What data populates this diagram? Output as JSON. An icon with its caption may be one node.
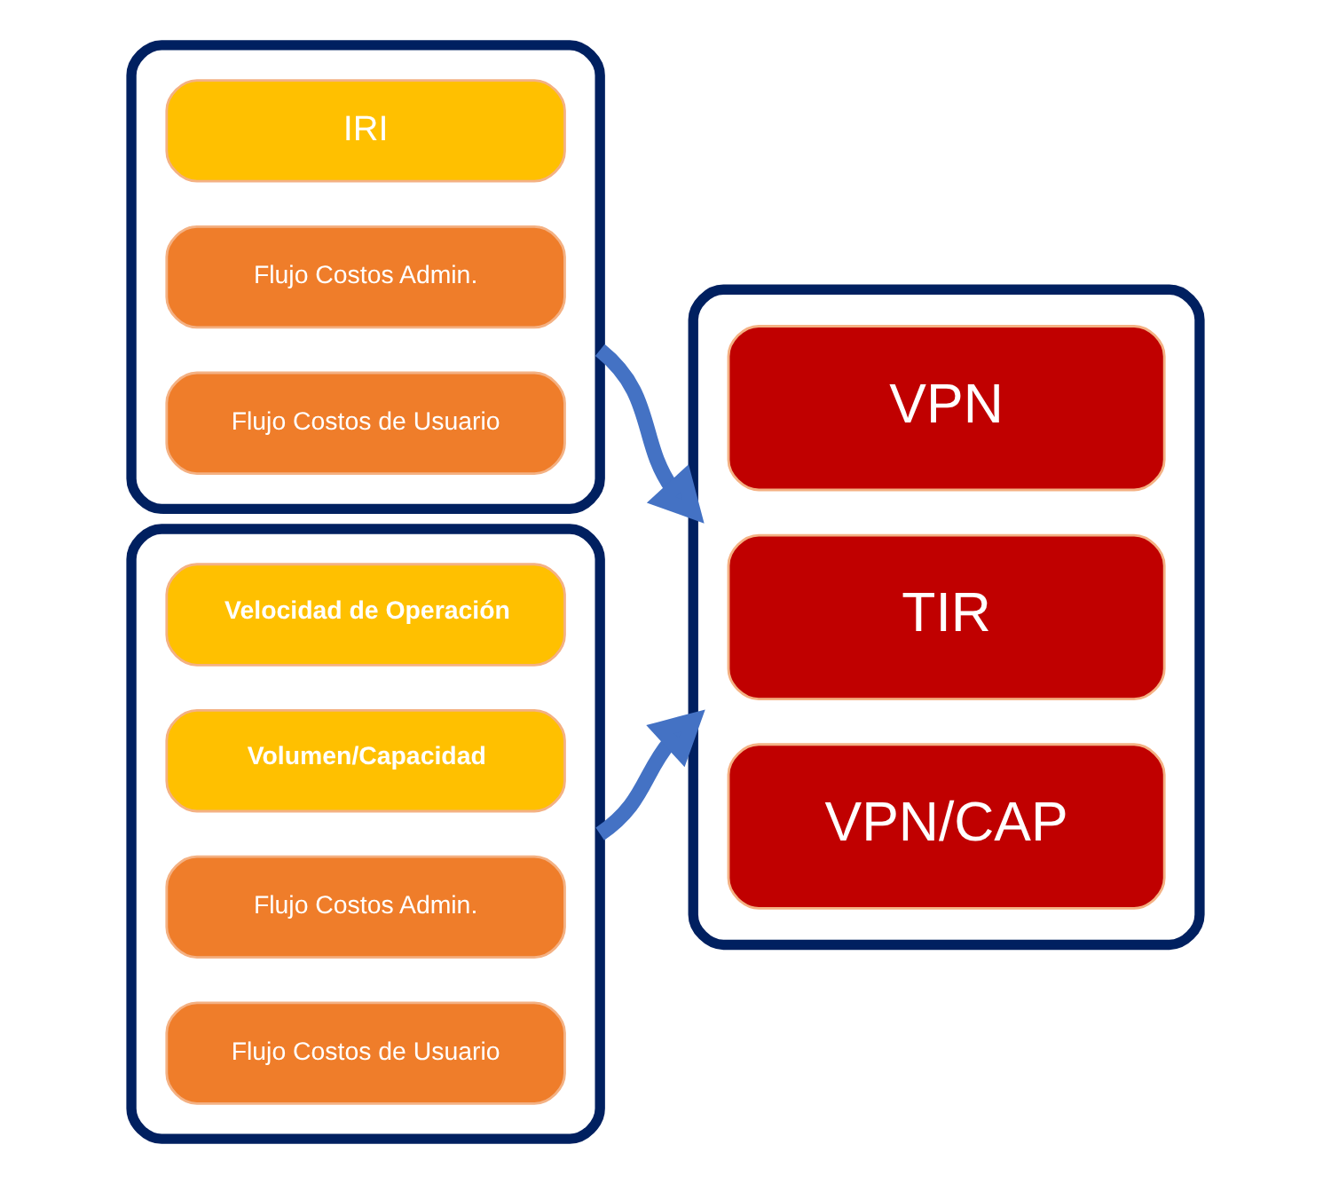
{
  "diagram": {
    "nodes": [
      {
        "text": [],
        "shape": "bracket"
      },
      {
        "text": [
          "IRI"
        ],
        "in": 0
      },
      {
        "text": [
          "Flujo Costos Admin."
        ],
        "in": 0
      },
      {
        "text": [
          "Flujo Costos de Usuario"
        ],
        "in": 0
      },
      {
        "text": [],
        "shape": "bracket"
      },
      {
        "text": [
          "Velocidad de Operación"
        ],
        "in": 4
      },
      {
        "text": [
          "Volumen/Capacidad"
        ],
        "in": 4
      },
      {
        "text": [
          "Flujo Costos Admin."
        ],
        "in": 4
      },
      {
        "text": [
          "Flujo Costos de Usuario"
        ],
        "in": 4
      },
      {
        "text": [],
        "shape": "bracket"
      },
      {
        "text": [
          "VPN"
        ],
        "in": 9
      },
      {
        "text": [
          "TIR"
        ],
        "in": 9
      },
      {
        "text": [
          "VPN/CAP"
        ],
        "in": 9
      }
    ],
    "edges": [
      {
        "from": 0,
        "to": 9,
        "arrow": "to"
      },
      {
        "from": 4,
        "to": 9,
        "arrow": "to"
      }
    ]
  }
}
